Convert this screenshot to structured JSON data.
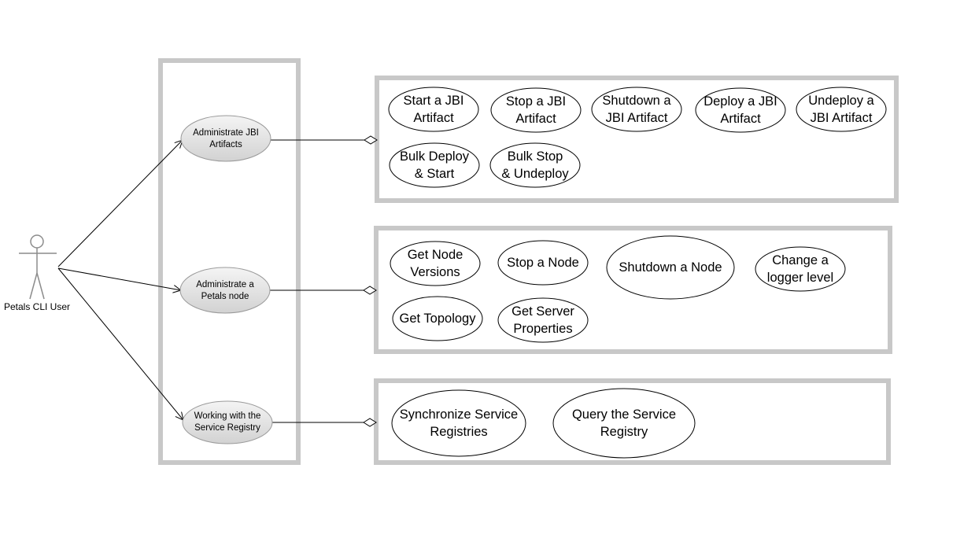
{
  "actor": {
    "label": "Petals CLI User"
  },
  "groups": [
    {
      "label": "Administrate JBI Artifacts",
      "label_lines": [
        "Administrate JBI",
        "Artifacts"
      ],
      "use_cases": [
        {
          "label": "Start a JBI Artifact",
          "lines": [
            "Start a JBI",
            "Artifact"
          ]
        },
        {
          "label": "Stop a JBI Artifact",
          "lines": [
            "Stop a JBI",
            "Artifact"
          ]
        },
        {
          "label": "Shutdown a JBI Artifact",
          "lines": [
            "Shutdown a",
            "JBI Artifact"
          ]
        },
        {
          "label": "Deploy a JBI Artifact",
          "lines": [
            "Deploy a JBI",
            "Artifact"
          ]
        },
        {
          "label": "Undeploy a JBI Artifact",
          "lines": [
            "Undeploy a",
            "JBI Artifact"
          ]
        },
        {
          "label": "Bulk Deploy & Start",
          "lines": [
            "Bulk Deploy",
            "& Start"
          ]
        },
        {
          "label": "Bulk Stop & Undeploy",
          "lines": [
            "Bulk Stop",
            "& Undeploy"
          ]
        }
      ]
    },
    {
      "label": "Administrate a Petals node",
      "label_lines": [
        "Administrate a",
        "Petals node"
      ],
      "use_cases": [
        {
          "label": "Get Node Versions",
          "lines": [
            "Get Node",
            "Versions"
          ]
        },
        {
          "label": "Stop a Node",
          "lines": [
            "Stop a Node"
          ]
        },
        {
          "label": "Shutdown a Node",
          "lines": [
            "Shutdown a Node"
          ]
        },
        {
          "label": "Change a logger level",
          "lines": [
            "Change a",
            "logger level"
          ]
        },
        {
          "label": "Get Topology",
          "lines": [
            "Get Topology"
          ]
        },
        {
          "label": "Get Server Properties",
          "lines": [
            "Get Server",
            "Properties"
          ]
        }
      ]
    },
    {
      "label": "Working with the Service Registry",
      "label_lines": [
        "Working with the",
        "Service Registry"
      ],
      "use_cases": [
        {
          "label": "Synchronize Service Registries",
          "lines": [
            "Synchronize Service",
            "Registries"
          ]
        },
        {
          "label": "Query the Service Registry",
          "lines": [
            "Query the Service",
            "Registry"
          ]
        }
      ]
    }
  ]
}
